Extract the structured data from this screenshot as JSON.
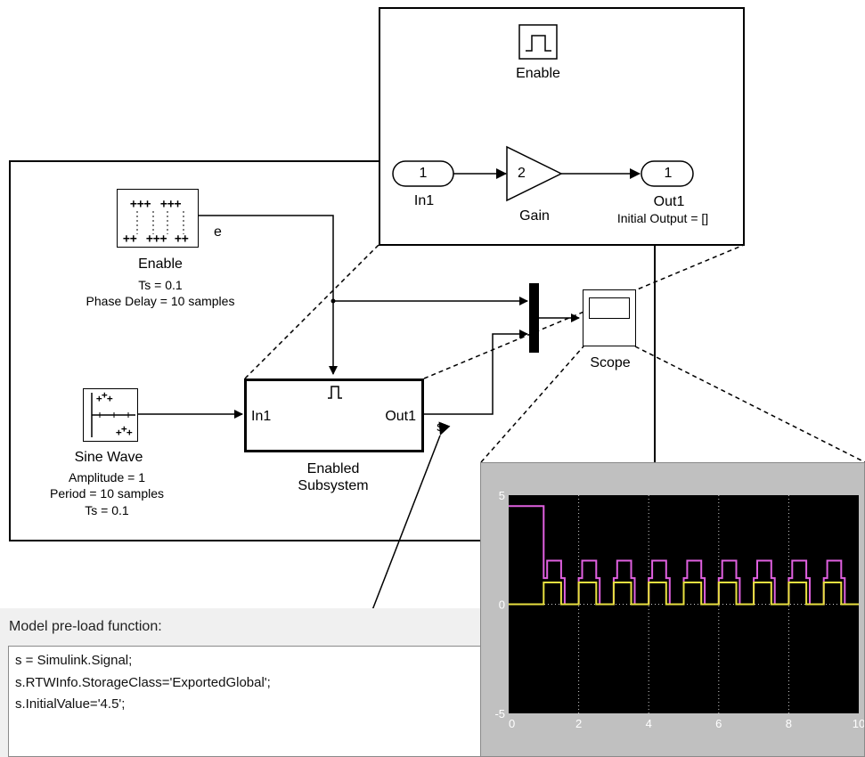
{
  "subsystem_view": {
    "enable_block_label": "Enable",
    "in_port_number": "1",
    "in_port_label": "In1",
    "gain_value": "2",
    "gain_label": "Gain",
    "out_port_number": "1",
    "out_port_label": "Out1",
    "out_port_param": "Initial Output = []"
  },
  "model": {
    "enable_source": {
      "label": "Enable",
      "param_ts": "Ts = 0.1",
      "param_phase": "Phase Delay = 10 samples",
      "signal_name": "e"
    },
    "sine_wave": {
      "label": "Sine Wave",
      "param_amplitude": "Amplitude = 1",
      "param_period": "Period = 10 samples",
      "param_ts": "Ts = 0.1"
    },
    "enabled_subsystem": {
      "in_label": "In1",
      "out_label": "Out1",
      "label_line1": "Enabled",
      "label_line2": "Subsystem",
      "signal_name": "s"
    },
    "scope": {
      "label": "Scope"
    }
  },
  "preload": {
    "title": "Model pre-load function:",
    "lines": [
      "s = Simulink.Signal;",
      "s.RTWInfo.StorageClass='ExportedGlobal';",
      "s.InitialValue='4.5';"
    ]
  },
  "chart_data": {
    "type": "line",
    "xlim": [
      0,
      10
    ],
    "ylim": [
      -5,
      5
    ],
    "x_ticks": [
      "0",
      "2",
      "4",
      "6",
      "8",
      "10"
    ],
    "y_ticks": [
      "5",
      "0",
      "-5"
    ],
    "grid": true,
    "series": [
      {
        "color": "#e060e0",
        "x": [
          0,
          1,
          1,
          1.1,
          1.1,
          1.5,
          1.5,
          1.6,
          1.6,
          2,
          2,
          2.1,
          2.1,
          2.5,
          2.5,
          2.6,
          2.6,
          3,
          3,
          3.1,
          3.1,
          3.5,
          3.5,
          3.6,
          3.6,
          4,
          4,
          4.1,
          4.1,
          4.5,
          4.5,
          4.6,
          4.6,
          5,
          5,
          5.1,
          5.1,
          5.5,
          5.5,
          5.6,
          5.6,
          6,
          6,
          6.1,
          6.1,
          6.5,
          6.5,
          6.6,
          6.6,
          7,
          7,
          7.1,
          7.1,
          7.5,
          7.5,
          7.6,
          7.6,
          8,
          8,
          8.1,
          8.1,
          8.5,
          8.5,
          8.6,
          8.6,
          9,
          9,
          9.1,
          9.1,
          9.5,
          9.5,
          9.6,
          9.6,
          10
        ],
        "y": [
          4.5,
          4.5,
          1.2,
          1.2,
          2,
          2,
          1.2,
          1.2,
          0,
          0,
          1.2,
          1.2,
          2,
          2,
          1.2,
          1.2,
          0,
          0,
          1.2,
          1.2,
          2,
          2,
          1.2,
          1.2,
          0,
          0,
          1.2,
          1.2,
          2,
          2,
          1.2,
          1.2,
          0,
          0,
          1.2,
          1.2,
          2,
          2,
          1.2,
          1.2,
          0,
          0,
          1.2,
          1.2,
          2,
          2,
          1.2,
          1.2,
          0,
          0,
          1.2,
          1.2,
          2,
          2,
          1.2,
          1.2,
          0,
          0,
          1.2,
          1.2,
          2,
          2,
          1.2,
          1.2,
          0,
          0,
          1.2,
          1.2,
          2,
          2,
          1.2,
          1.2,
          0,
          0
        ]
      },
      {
        "color": "#e8e040",
        "x": [
          0,
          1,
          1,
          1.5,
          1.5,
          2,
          2,
          2.5,
          2.5,
          3,
          3,
          3.5,
          3.5,
          4,
          4,
          4.5,
          4.5,
          5,
          5,
          5.5,
          5.5,
          6,
          6,
          6.5,
          6.5,
          7,
          7,
          7.5,
          7.5,
          8,
          8,
          8.5,
          8.5,
          9,
          9,
          9.5,
          9.5,
          10
        ],
        "y": [
          0,
          0,
          1,
          1,
          0,
          0,
          1,
          1,
          0,
          0,
          1,
          1,
          0,
          0,
          1,
          1,
          0,
          0,
          1,
          1,
          0,
          0,
          1,
          1,
          0,
          0,
          1,
          1,
          0,
          0,
          1,
          1,
          0,
          0,
          1,
          1,
          0,
          0
        ]
      }
    ]
  }
}
